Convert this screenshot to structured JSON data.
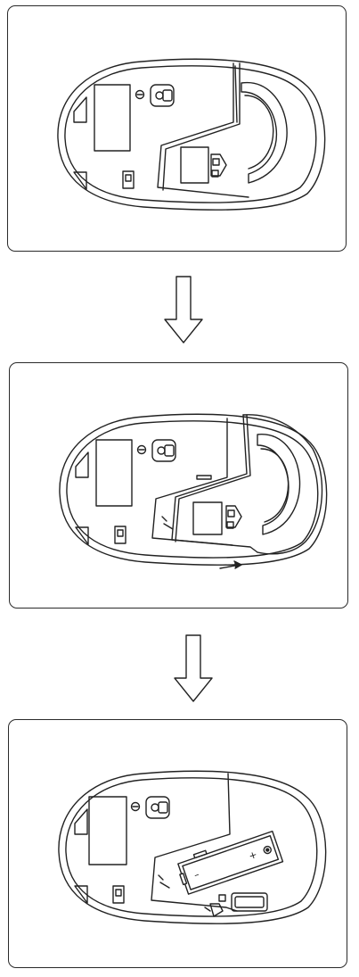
{
  "steps": [
    {
      "id": "step-1",
      "state": "cover closed"
    },
    {
      "id": "step-2",
      "state": "cover sliding open",
      "direction_arrow": "right"
    },
    {
      "id": "step-3",
      "state": "cover removed, battery compartment visible",
      "battery_signs": {
        "minus": "–",
        "plus": "+"
      }
    }
  ],
  "connectors": [
    {
      "id": "arrow-1",
      "icon": "down-arrow-icon"
    },
    {
      "id": "arrow-2",
      "icon": "down-arrow-icon"
    }
  ],
  "colors": {
    "line": "#222222",
    "panel_border": "#2a2a2a",
    "background": "#ffffff"
  }
}
